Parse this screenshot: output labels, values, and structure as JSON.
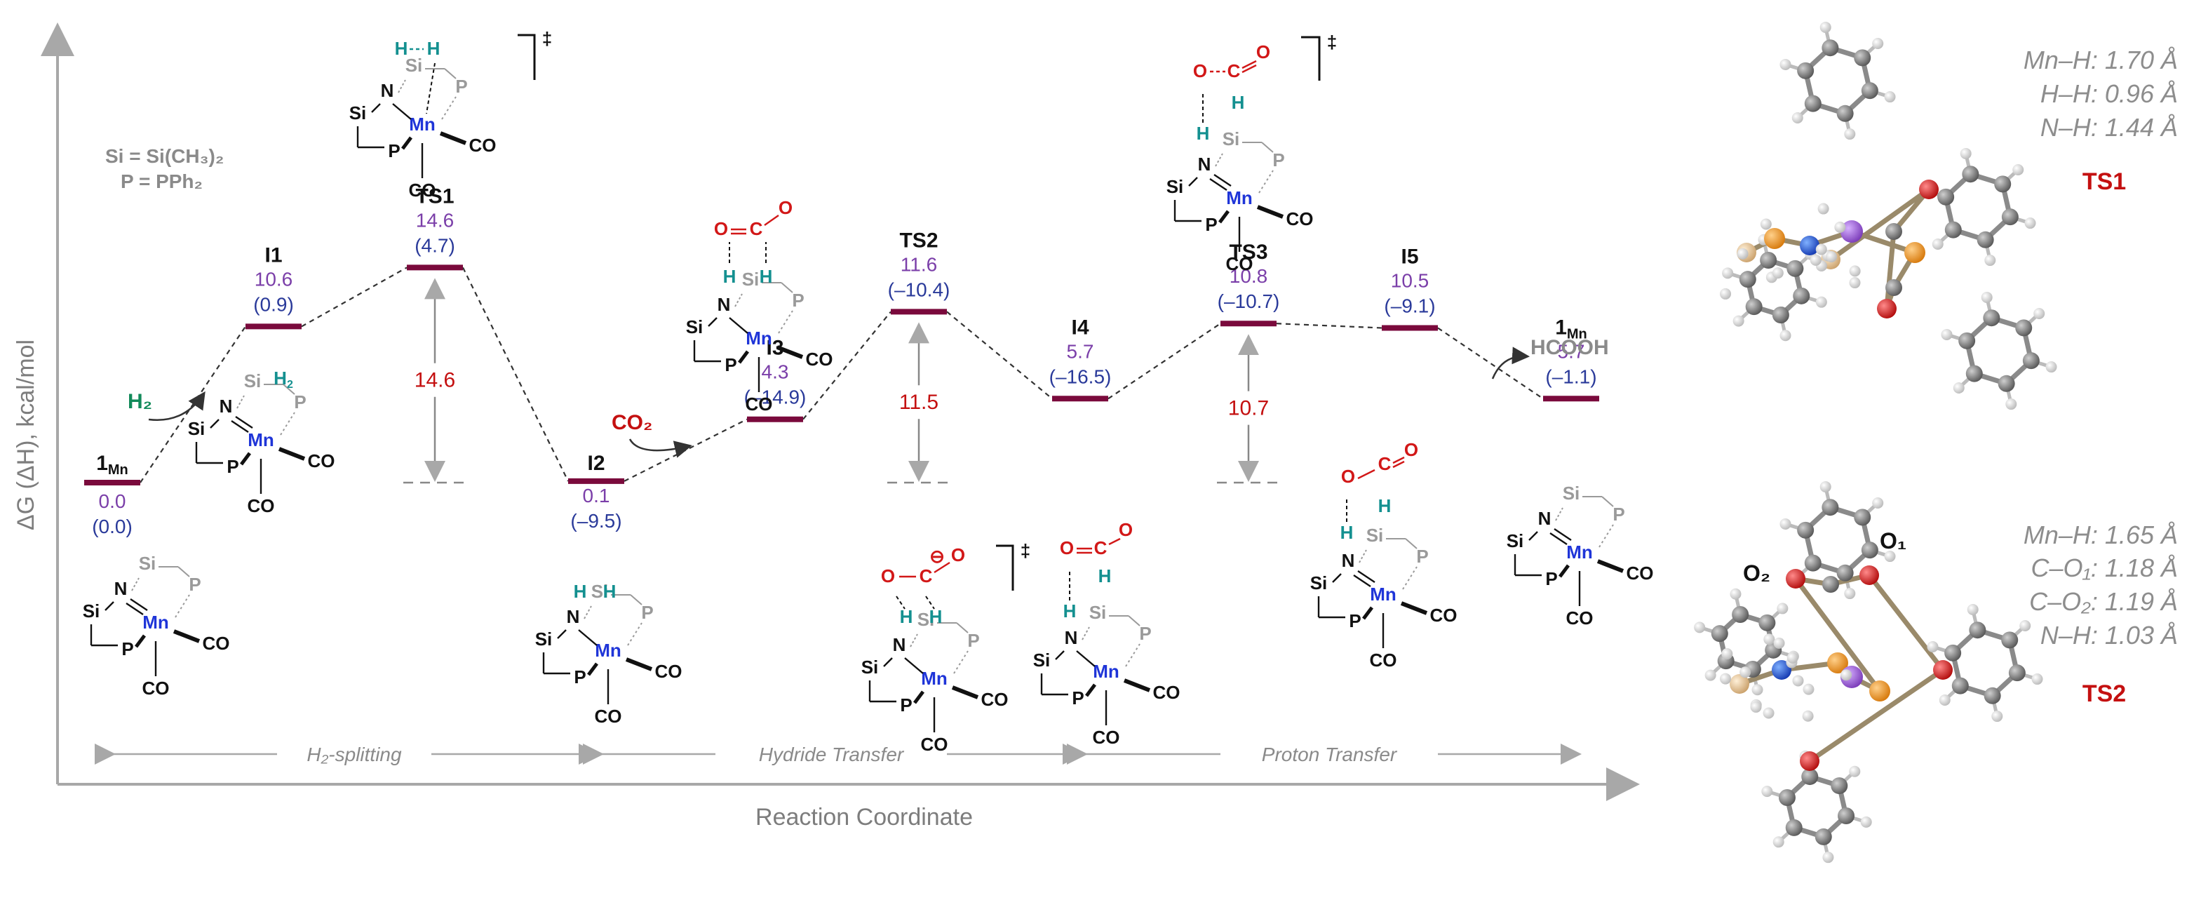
{
  "axes": {
    "y_title": "ΔG (ΔH), kcal/mol",
    "x_title": "Reaction Coordinate"
  },
  "legend": {
    "line1": "Si = Si(CH₃)₂",
    "line2": "P = PPh₂"
  },
  "phases": [
    {
      "label": "H₂-splitting"
    },
    {
      "label": "Hydride Transfer"
    },
    {
      "label": "Proton Transfer"
    }
  ],
  "diagram_data": {
    "type": "energy-profile",
    "levels": [
      {
        "label": "1",
        "subscript": "Mn",
        "dG": "0.0",
        "dH": "(0.0)"
      },
      {
        "label": "I1",
        "dG": "10.6",
        "dH": "(0.9)"
      },
      {
        "label": "TS1",
        "dG": "14.6",
        "dH": "(4.7)"
      },
      {
        "label": "I2",
        "dG": "0.1",
        "dH": "(–9.5)"
      },
      {
        "label": "I3",
        "dG": "4.3",
        "dH": "(–14.9)"
      },
      {
        "label": "TS2",
        "dG": "11.6",
        "dH": "(–10.4)"
      },
      {
        "label": "I4",
        "dG": "5.7",
        "dH": "(–16.5)"
      },
      {
        "label": "TS3",
        "dG": "10.8",
        "dH": "(–10.7)"
      },
      {
        "label": "I5",
        "dG": "10.5",
        "dH": "(–9.1)"
      },
      {
        "label": "1",
        "subscript": "Mn",
        "dG": "5.7",
        "dH": "(–1.1)"
      }
    ],
    "barriers": [
      "14.6",
      "11.5",
      "10.7"
    ],
    "reagents": {
      "h2": "H₂",
      "co2": "CO₂",
      "hcooh": "HCOOH"
    },
    "dagger": "‡"
  },
  "structures": {
    "ts1": {
      "name": "TS1",
      "distances": [
        "Mn–H: 1.70 Å",
        "H–H: 0.96 Å",
        "N–H: 1.44 Å"
      ]
    },
    "ts2": {
      "name": "TS2",
      "distances": [
        "Mn–H: 1.65 Å",
        "C–O₁: 1.18 Å",
        "C–O₂: 1.19 Å",
        "N–H: 1.03 Å"
      ],
      "atom_labels": [
        "O₂",
        "O₁"
      ]
    }
  },
  "atoms": {
    "si": "Si",
    "n": "N",
    "mn": "Mn",
    "p": "P",
    "co": "CO",
    "h": "H",
    "o": "O",
    "c": "C",
    "minus": "⊖"
  },
  "colors": {
    "level_bar": "#7a0a3c",
    "dg_text": "#7b3fa9",
    "dh_text": "#2a3a9a",
    "barrier": "#c41010",
    "nitrogen": "#1f6bd8",
    "manganese": "#9b59d0",
    "phosphorus": "#e8961e",
    "oxygen": "#d21818",
    "carbon": "#7a7a7a",
    "hydrogen": "#eeeeee",
    "silicon": "#e6c79a"
  }
}
